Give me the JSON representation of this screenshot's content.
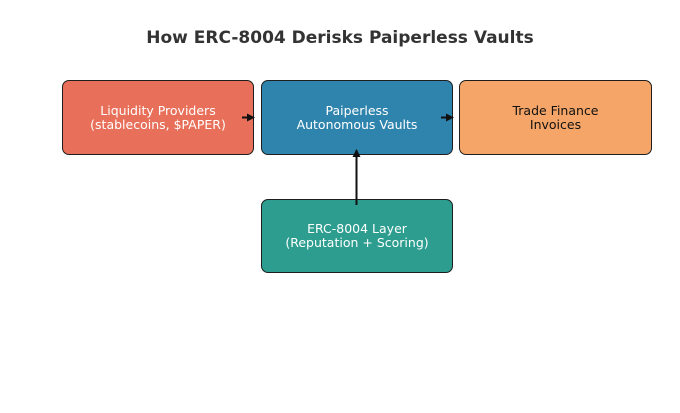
{
  "diagram": {
    "title": "How ERC-8004 Derisks Paiperless Vaults",
    "nodes": {
      "liquidity_providers": {
        "line1": "Liquidity Providers",
        "line2": "(stablecoins, $PAPER)",
        "color": "#e8705a"
      },
      "vaults": {
        "line1": "Paiperless",
        "line2": "Autonomous Vaults",
        "color": "#2f84ad"
      },
      "trade_finance": {
        "line1": "Trade Finance",
        "line2": "Invoices",
        "color": "#f5a567"
      },
      "erc_layer": {
        "line1": "ERC-8004 Layer",
        "line2": "(Reputation + Scoring)",
        "color": "#2c9d8f"
      }
    },
    "edges": [
      {
        "from": "liquidity_providers",
        "to": "vaults"
      },
      {
        "from": "vaults",
        "to": "trade_finance"
      },
      {
        "from": "erc_layer",
        "to": "vaults"
      }
    ]
  }
}
